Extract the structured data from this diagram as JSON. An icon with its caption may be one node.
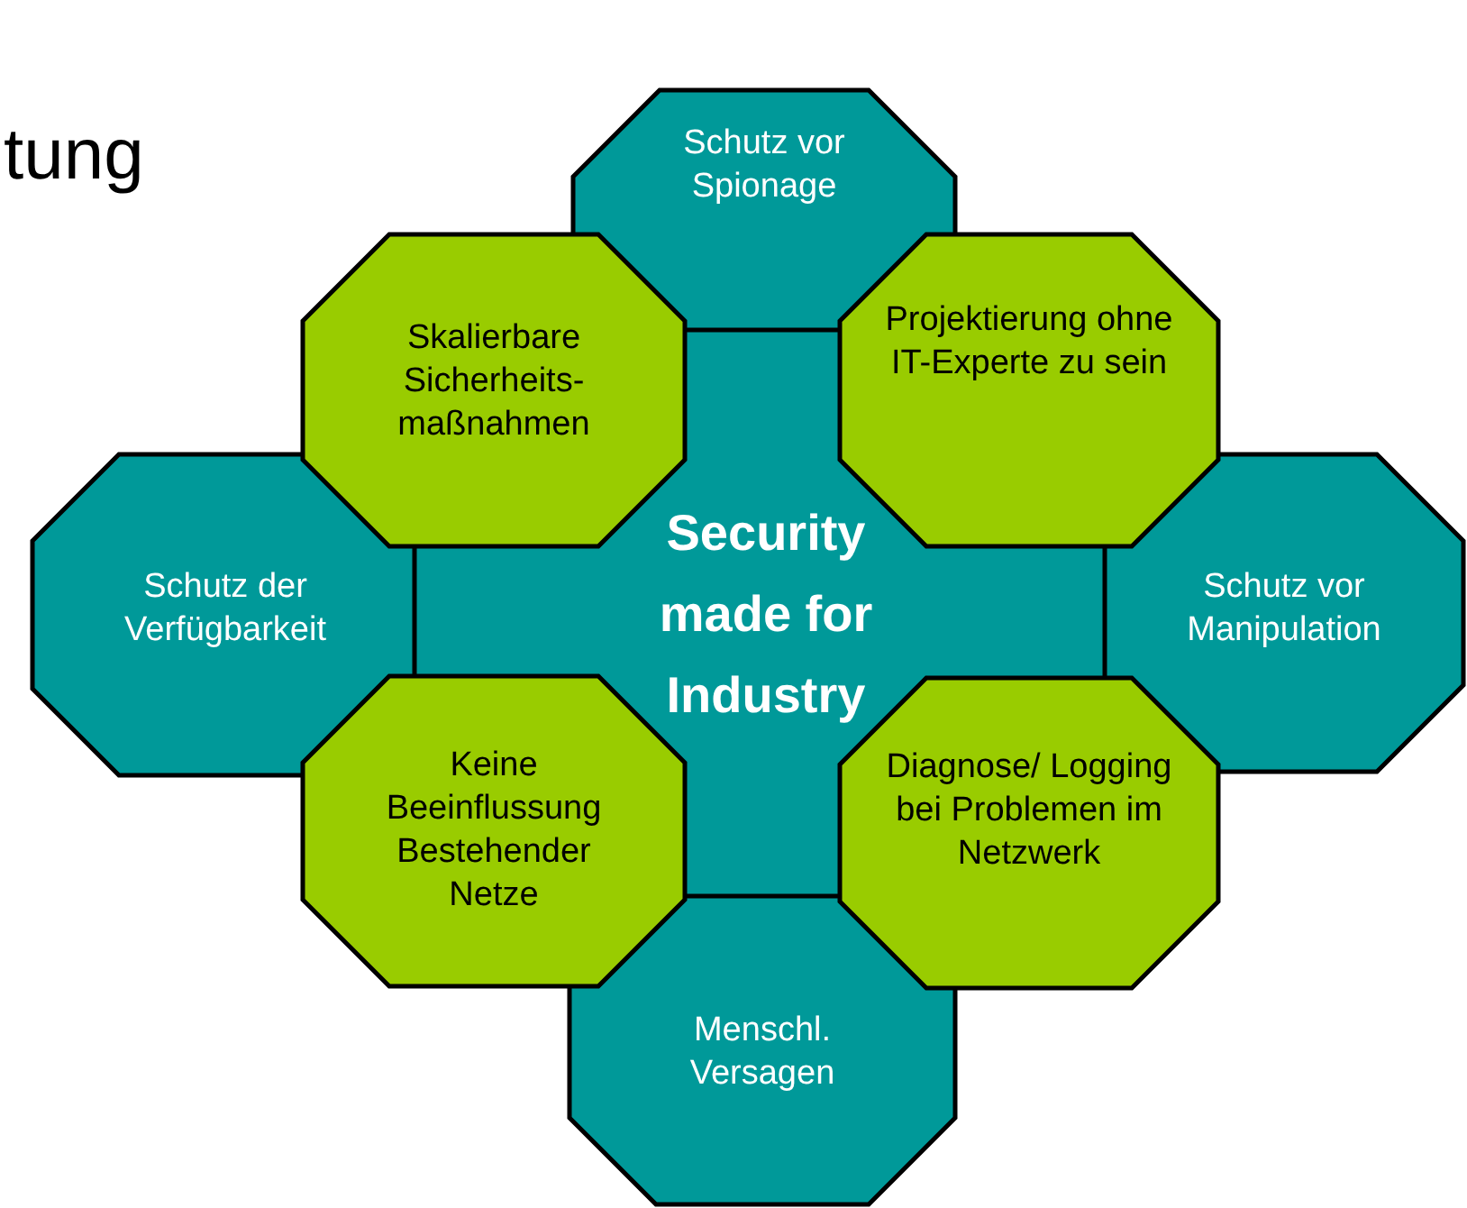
{
  "diagram": {
    "nodes": [
      {
        "text": [
          "Schutz vor Spionage"
        ]
      },
      {
        "text": [
          "Skalierbare Sicherheits- maßnahmen"
        ]
      },
      {
        "text": [
          "Projektierung ohne IT-Experte zu sein"
        ]
      },
      {
        "text": [
          "Security made for Industry"
        ]
      },
      {
        "text": [
          "Schutz der Verfügbarkeit"
        ]
      },
      {
        "text": [
          "Schutz vor Manipulation"
        ]
      },
      {
        "text": [
          "Keine Beeinflussung Bestehender Netze"
        ]
      },
      {
        "text": [
          "Diagnose/ Logging bei Problemen im Netzwerk"
        ]
      },
      {
        "text": [
          "Menschl. Versagen"
        ]
      }
    ],
    "labels": [
      "tung"
    ]
  }
}
